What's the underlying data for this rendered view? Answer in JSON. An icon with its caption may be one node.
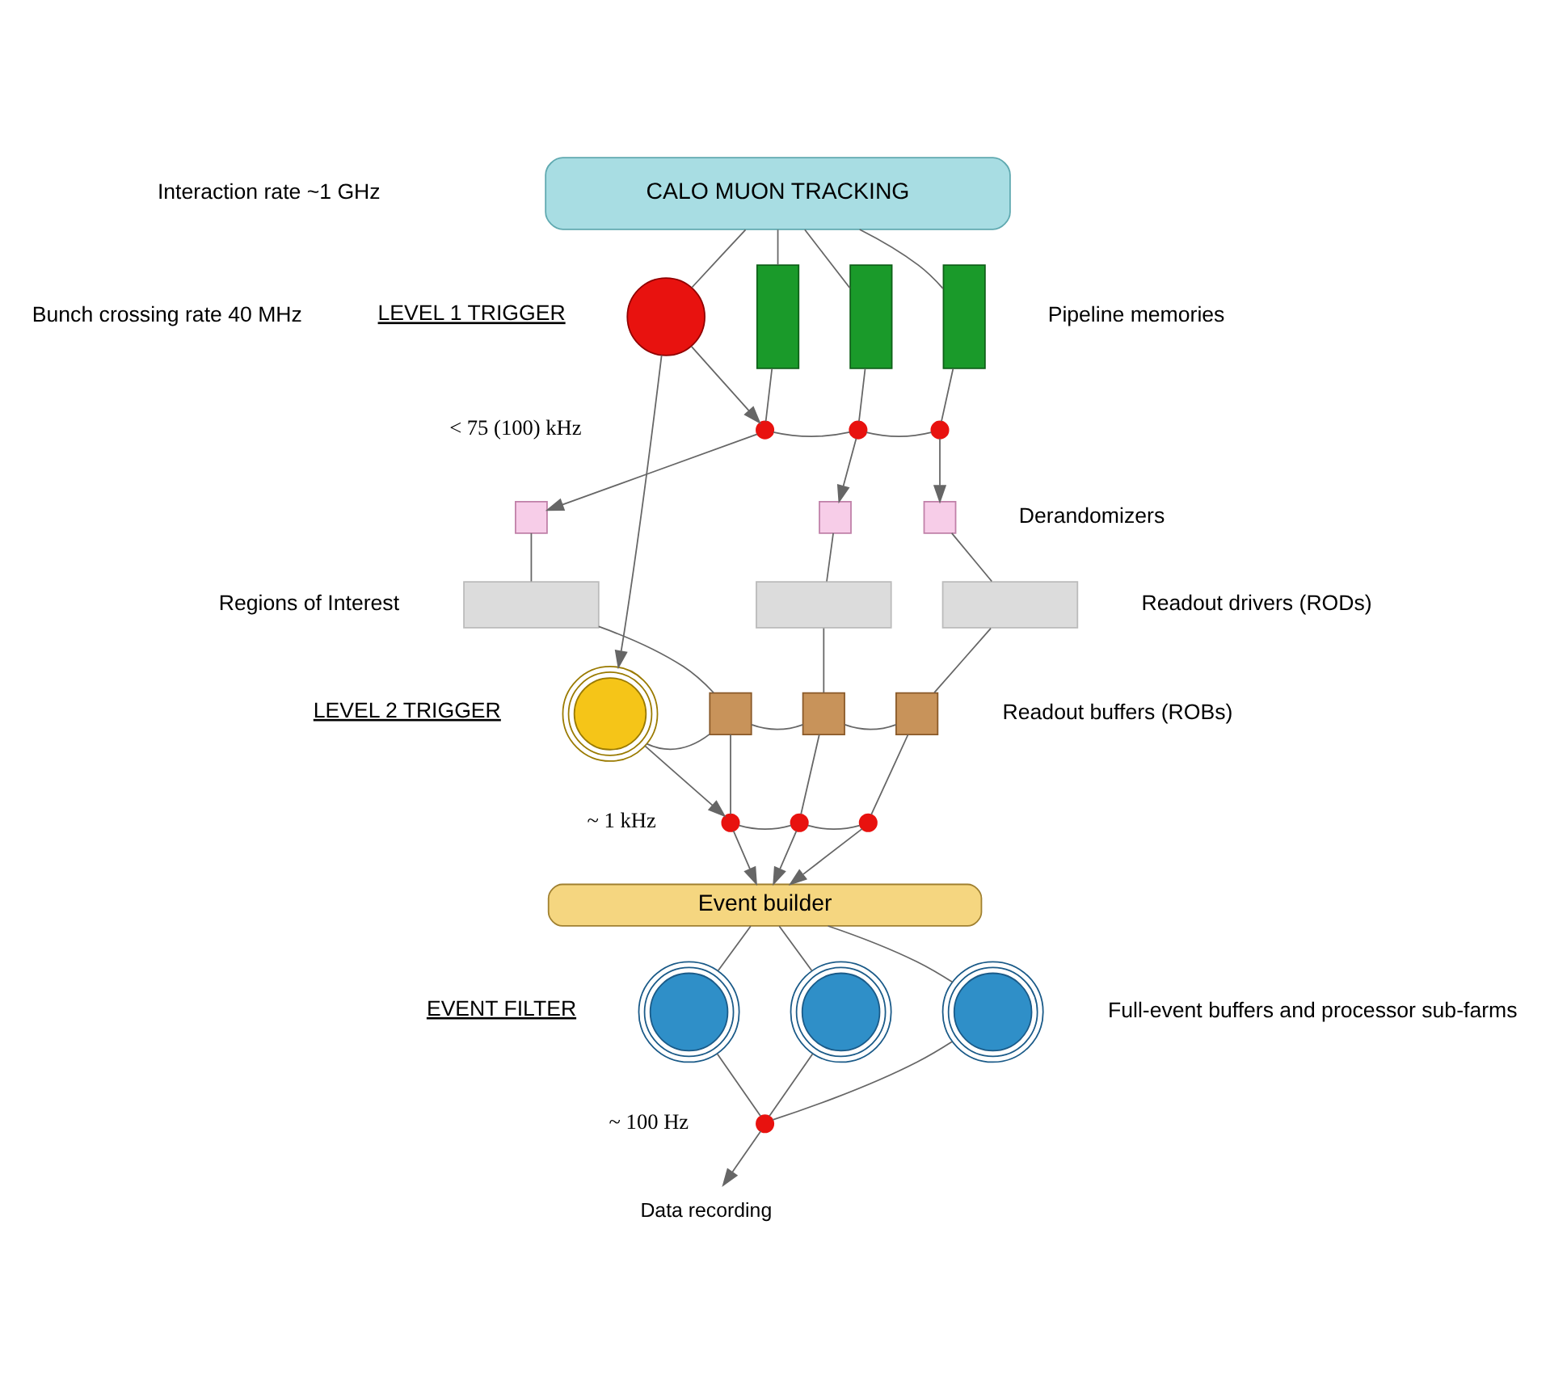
{
  "diagram": {
    "nodes": [
      {
        "text": [
          "CALO MUON TRACKING"
        ]
      },
      {
        "text": [],
        "shape": "circle"
      },
      {
        "text": [],
        "shape": "bar"
      },
      {
        "text": [],
        "shape": "bar"
      },
      {
        "text": [],
        "shape": "bar"
      },
      {
        "text": [],
        "shape": "circle"
      },
      {
        "text": [],
        "shape": "circle"
      },
      {
        "text": [],
        "shape": "circle"
      },
      {
        "text": [],
        "shape": "box"
      },
      {
        "text": [],
        "shape": "box"
      },
      {
        "text": [],
        "shape": "box"
      },
      {
        "text": [],
        "shape": "box"
      },
      {
        "text": [],
        "shape": "box"
      },
      {
        "text": [],
        "shape": "box"
      },
      {
        "text": [],
        "shape": "circle"
      },
      {
        "text": [],
        "shape": "box"
      },
      {
        "text": [],
        "shape": "box"
      },
      {
        "text": [],
        "shape": "box"
      },
      {
        "text": [],
        "shape": "circle"
      },
      {
        "text": [],
        "shape": "circle"
      },
      {
        "text": [],
        "shape": "circle"
      },
      {
        "text": [
          "Event builder"
        ]
      },
      {
        "text": [],
        "shape": "circle"
      },
      {
        "text": [],
        "shape": "circle"
      },
      {
        "text": [],
        "shape": "circle"
      },
      {
        "text": [],
        "shape": "circle"
      },
      {
        "text": [
          "Data recording"
        ]
      }
    ],
    "edges": [
      {
        "from": 0,
        "to": 2,
        "arrow": "none"
      },
      {
        "from": 0,
        "to": 3,
        "arrow": "none"
      },
      {
        "from": 0,
        "to": 4,
        "arrow": "none"
      },
      {
        "from": 0,
        "to": 1,
        "arrow": "none"
      },
      {
        "from": 2,
        "to": 5,
        "arrow": "none"
      },
      {
        "from": 3,
        "to": 6,
        "arrow": "none"
      },
      {
        "from": 4,
        "to": 7,
        "arrow": "none"
      },
      {
        "from": 1,
        "to": 5,
        "arrow": "to"
      },
      {
        "from": 5,
        "to": 6,
        "arrow": "none"
      },
      {
        "from": 6,
        "to": 7,
        "arrow": "none"
      },
      {
        "from": 5,
        "to": 8,
        "arrow": "to"
      },
      {
        "from": 6,
        "to": 9,
        "arrow": "to"
      },
      {
        "from": 7,
        "to": 10,
        "arrow": "to"
      },
      {
        "from": 8,
        "to": 11,
        "arrow": "none"
      },
      {
        "from": 9,
        "to": 12,
        "arrow": "none"
      },
      {
        "from": 10,
        "to": 13,
        "arrow": "none"
      },
      {
        "from": 11,
        "to": 15,
        "arrow": "none"
      },
      {
        "from": 12,
        "to": 16,
        "arrow": "none"
      },
      {
        "from": 13,
        "to": 17,
        "arrow": "none"
      },
      {
        "from": 1,
        "to": 14,
        "arrow": "to"
      },
      {
        "from": 14,
        "to": 15,
        "arrow": "none"
      },
      {
        "from": 15,
        "to": 16,
        "arrow": "none"
      },
      {
        "from": 16,
        "to": 17,
        "arrow": "none"
      },
      {
        "from": 15,
        "to": 18,
        "arrow": "none"
      },
      {
        "from": 16,
        "to": 19,
        "arrow": "none"
      },
      {
        "from": 17,
        "to": 20,
        "arrow": "none"
      },
      {
        "from": 14,
        "to": 18,
        "arrow": "to"
      },
      {
        "from": 18,
        "to": 19,
        "arrow": "none"
      },
      {
        "from": 19,
        "to": 20,
        "arrow": "none"
      },
      {
        "from": 18,
        "to": 21,
        "arrow": "to"
      },
      {
        "from": 19,
        "to": 21,
        "arrow": "to"
      },
      {
        "from": 20,
        "to": 21,
        "arrow": "to"
      },
      {
        "from": 21,
        "to": 22,
        "arrow": "none"
      },
      {
        "from": 21,
        "to": 23,
        "arrow": "none"
      },
      {
        "from": 21,
        "to": 24,
        "arrow": "none"
      },
      {
        "from": 22,
        "to": 25,
        "arrow": "none"
      },
      {
        "from": 23,
        "to": 25,
        "arrow": "none"
      },
      {
        "from": 24,
        "to": 25,
        "arrow": "none"
      },
      {
        "from": 25,
        "to": 26,
        "arrow": "to"
      }
    ],
    "labels": [
      "Interaction rate ~1 GHz",
      "Bunch crossing rate 40 MHz",
      "LEVEL 1 TRIGGER",
      "Pipeline memories",
      "< 75 (100) kHz",
      "Derandomizers",
      "Regions of Interest",
      "Readout drivers (RODs)",
      "LEVEL 2 TRIGGER",
      "Readout buffers (ROBs)",
      "~ 1 kHz",
      "EVENT FILTER",
      "Full-event buffers and processor sub-farms",
      "~ 100 Hz"
    ]
  }
}
